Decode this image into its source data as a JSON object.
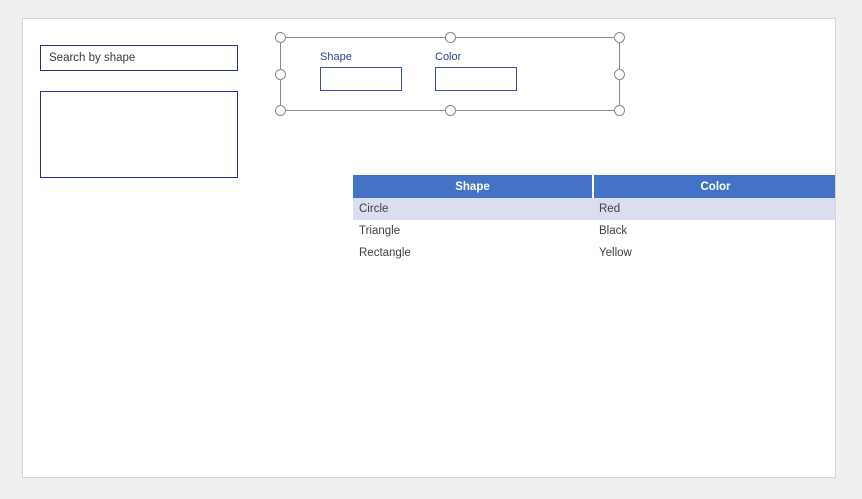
{
  "search_panel": {
    "search_box": {
      "value": "Search by shape",
      "placeholder": "Search by shape"
    },
    "results_listbox": {
      "value": ""
    }
  },
  "form_group": {
    "fields": [
      {
        "label": "Shape",
        "value": "",
        "placeholder": ""
      },
      {
        "label": "Color",
        "value": "",
        "placeholder": ""
      }
    ],
    "handles": [
      "resize-handle-top-left",
      "resize-handle-top-middle",
      "resize-handle-top-right",
      "resize-handle-middle-left",
      "resize-handle-middle-right",
      "resize-handle-bottom-left",
      "resize-handle-bottom-middle",
      "resize-handle-bottom-right"
    ]
  },
  "results_table": {
    "columns": [
      {
        "key": "shape",
        "label": "Shape"
      },
      {
        "key": "color",
        "label": "Color"
      }
    ],
    "rows": [
      {
        "shape": "Circle",
        "color": "Red",
        "selected": true
      },
      {
        "shape": "Triangle",
        "color": "Black",
        "selected": false
      },
      {
        "shape": "Rectangle",
        "color": "Yellow",
        "selected": false
      }
    ]
  },
  "colors": {
    "page_background": "#efefef",
    "canvas_background": "#ffffff",
    "canvas_border": "#d6d6d6",
    "field_border": "#22308f",
    "field_label": "#2f3f91",
    "table_header_background": "#4472c4",
    "table_header_text": "#ffffff",
    "table_row_selected": "#d9dff0",
    "table_row_text": "#404040",
    "selection_outline": "#8a8a8a",
    "selection_handle_fill": "#ffffff"
  }
}
